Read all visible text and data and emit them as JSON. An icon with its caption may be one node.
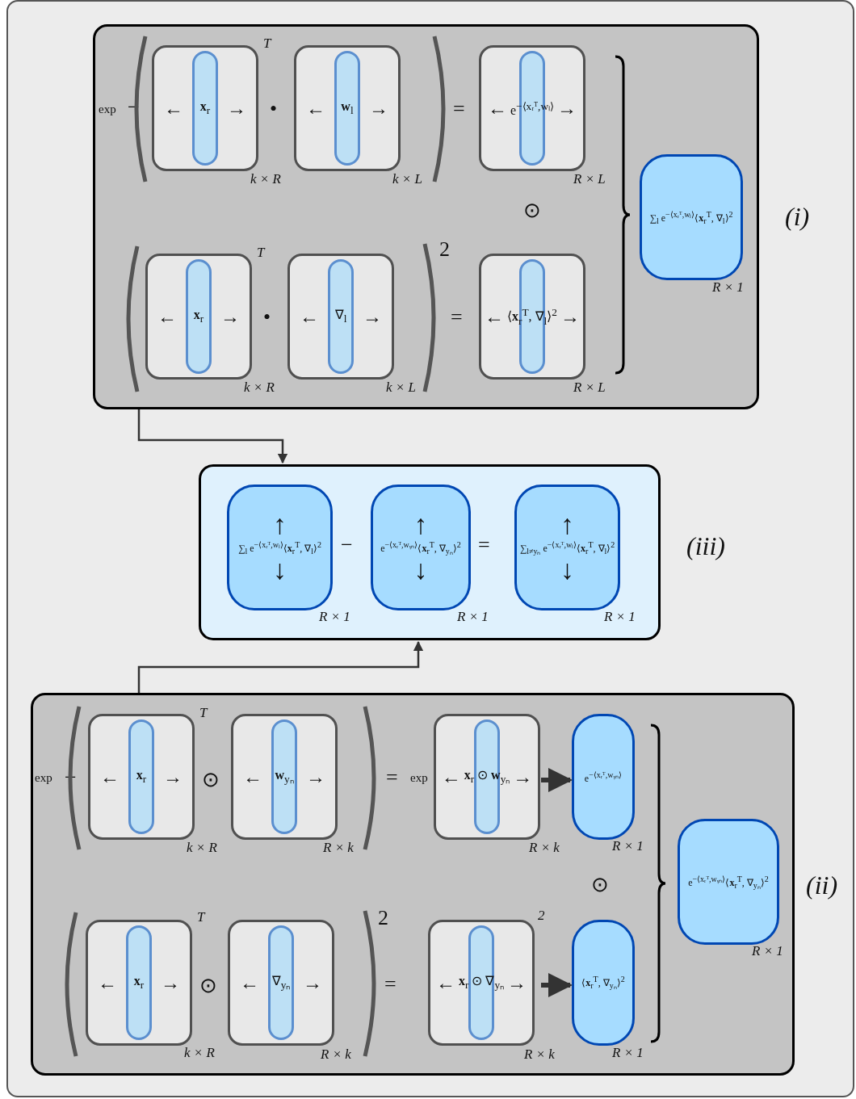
{
  "diagram": {
    "nodes": [
      {
        "text": [],
        "shape": "box",
        "beside": [
          "(i)"
        ]
      },
      {
        "text": [
          "←",
          "**x**$_{r}$",
          "→"
        ],
        "in": 0,
        "beside": [
          "T",
          "k × R"
        ]
      },
      {
        "text": [
          "←",
          "**w**$_{l}$",
          "→"
        ],
        "in": 0,
        "beside": [
          "k × L"
        ]
      },
      {
        "text": [
          "←",
          "e$^{−⟨xᵣᵀ,wₗ⟩}$",
          "→"
        ],
        "in": 0,
        "beside": [
          "R × L"
        ]
      },
      {
        "text": [
          "←",
          "**x**$_{r}$",
          "→"
        ],
        "in": 0,
        "beside": [
          "T",
          "k × R"
        ]
      },
      {
        "text": [
          "←",
          "∇$_{l}$",
          "→"
        ],
        "in": 0,
        "beside": [
          "k × L"
        ]
      },
      {
        "text": [
          "←",
          "⟨**x**$_{r}$$^{T}$, ∇$_{l}$⟩$^{2}$",
          "→"
        ],
        "in": 0,
        "beside": [
          "R × L"
        ]
      },
      {
        "text": [
          "∑$_{l}$ e$^{−⟨xᵣᵀ,wₗ⟩}$⟨**x**$_{r}$$^{T}$, ∇$_{l}$⟩$^{2}$"
        ],
        "in": 0,
        "beside": [
          "R × 1"
        ]
      },
      {
        "text": [],
        "shape": "box",
        "beside": [
          "(iii)"
        ]
      },
      {
        "text": [
          "↑",
          "∑$_{l}$ e$^{−⟨xᵣᵀ,wₗ⟩}$⟨**x**$_{r}$$^{T}$, ∇$_{l}$⟩$^{2}$",
          "↓"
        ],
        "in": 8,
        "beside": [
          "R × 1"
        ]
      },
      {
        "text": [
          "↑",
          "e$^{−⟨xᵣᵀ,wᵧₙ⟩}$⟨**x**$_{r}$$^{T}$, ∇$_{yₙ}$⟩$^{2}$",
          "↓"
        ],
        "in": 8,
        "beside": [
          "R × 1"
        ]
      },
      {
        "text": [
          "↑",
          "∑$_{l≠yₙ}$ e$^{−⟨xᵣᵀ,wₗ⟩}$⟨**x**$_{r}$$^{T}$, ∇$_{l}$⟩$^{2}$",
          "↓"
        ],
        "in": 8,
        "beside": [
          "R × 1"
        ]
      },
      {
        "text": [],
        "shape": "box",
        "beside": [
          "(ii)"
        ]
      },
      {
        "text": [
          "←",
          "**x**$_{r}$",
          "→"
        ],
        "in": 12,
        "beside": [
          "T",
          "k × R"
        ]
      },
      {
        "text": [
          "←",
          "**w**$_{yₙ}$",
          "→"
        ],
        "in": 12,
        "beside": [
          "R × k"
        ]
      },
      {
        "text": [
          "←",
          "**x**$_{r}$ ⊙ **w**$_{yₙ}$",
          "→"
        ],
        "in": 12,
        "beside": [
          "R × k"
        ]
      },
      {
        "text": [
          "e$^{−⟨xᵣᵀ,wᵧₙ⟩}$"
        ],
        "in": 12,
        "beside": [
          "R × 1"
        ]
      },
      {
        "text": [
          "←",
          "**x**$_{r}$",
          "→"
        ],
        "in": 12,
        "beside": [
          "T",
          "k × R"
        ]
      },
      {
        "text": [
          "←",
          "∇$_{yₙ}$",
          "→"
        ],
        "in": 12,
        "beside": [
          "R × k"
        ]
      },
      {
        "text": [
          "←",
          "**x**$_{r}$ ⊙ ∇$_{yₙ}$",
          "→"
        ],
        "in": 12,
        "beside": [
          "2",
          "R × k"
        ]
      },
      {
        "text": [
          "⟨**x**$_{r}$$^{T}$, ∇$_{yₙ}$⟩$^{2}$"
        ],
        "in": 12,
        "beside": [
          "R × 1"
        ]
      },
      {
        "text": [
          "e$^{−⟨xᵣᵀ,wᵧₙ⟩}$⟨**x**$_{r}$$^{T}$, ∇$_{yₙ}$⟩$^{2}$"
        ],
        "in": 12,
        "beside": [
          "R × 1"
        ]
      }
    ],
    "edges": [
      {
        "from": 0,
        "to": 8,
        "arrow": "to"
      },
      {
        "from": 12,
        "to": 8,
        "arrow": "to"
      },
      {
        "from": 15,
        "to": 16,
        "arrow": "to",
        "style": "thick"
      },
      {
        "from": 19,
        "to": 20,
        "arrow": "to",
        "style": "thick"
      }
    ],
    "labels": [
      "exp",
      "−",
      "•",
      "=",
      "⊙",
      "2",
      "•",
      "=",
      "−",
      "=",
      "exp",
      "−",
      "⊙",
      "=",
      "exp",
      "⊙",
      "2",
      "⊙",
      "="
    ]
  }
}
